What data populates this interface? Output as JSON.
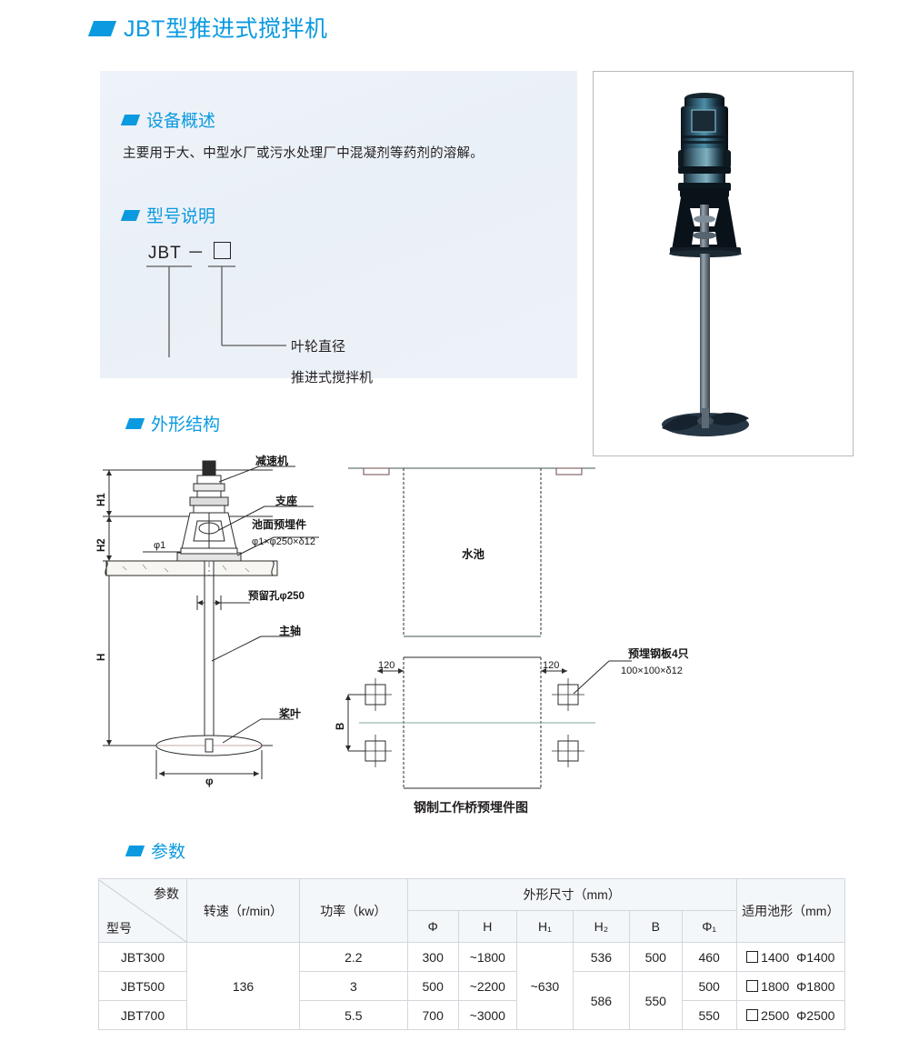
{
  "page_title": "JBT型推进式搅拌机",
  "sections": {
    "overview": {
      "heading": "设备概述",
      "text": "主要用于大、中型水厂或污水处理厂中混凝剂等药剂的溶解。"
    },
    "model": {
      "heading": "型号说明",
      "code": "JBT －",
      "labels": [
        "叶轮直径",
        "推进式搅拌机"
      ]
    },
    "structure": {
      "heading": "外形结构",
      "caption": "钢制工作桥预埋件图",
      "labels": {
        "reducer": "减速机",
        "support": "支座",
        "pool_embed": "池面预埋件",
        "pool_embed_spec": "φ1×φ250×δ12",
        "reserved_hole": "预留孔φ250",
        "main_shaft": "主轴",
        "blade": "桨叶",
        "pool": "水池",
        "steel_plate": "预埋钢板4只",
        "steel_plate_spec": "100×100×δ12",
        "phi1": "φ1",
        "phi": "Φ",
        "h": "H",
        "h1": "H1",
        "h2": "H2",
        "b": "B",
        "dim_120_left": "120",
        "dim_120_right": "120"
      }
    },
    "params": {
      "heading": "参数"
    }
  },
  "photo": {
    "alt": "JBT型推进式搅拌机产品图"
  },
  "chart_data": {
    "type": "table",
    "title": "参数",
    "corner": {
      "param": "参数",
      "model": "型号"
    },
    "columns": [
      {
        "label": "转速（r/min）",
        "key": "speed"
      },
      {
        "label": "功率（kw）",
        "key": "power"
      }
    ],
    "group_header": "外形尺寸（mm）",
    "dim_columns": [
      "Φ",
      "H",
      "H₁",
      "H₂",
      "B",
      "Φ₁"
    ],
    "last_column": "适用池形（mm）",
    "rows": [
      {
        "model": "JBT300",
        "speed": "136",
        "power": "2.2",
        "phi": "300",
        "H": "~1800",
        "H1": "~630",
        "H2": "536",
        "B": "500",
        "phi1": "460",
        "pool_square": "1400",
        "pool_round": "Φ1400"
      },
      {
        "model": "JBT500",
        "speed": "136",
        "power": "3",
        "phi": "500",
        "H": "~2200",
        "H1": "~630",
        "H2": "586",
        "B": "550",
        "phi1": "500",
        "pool_square": "1800",
        "pool_round": "Φ1800"
      },
      {
        "model": "JBT700",
        "speed": "136",
        "power": "5.5",
        "phi": "700",
        "H": "~3000",
        "H1": "~630",
        "H2": "586",
        "B": "550",
        "phi1": "550",
        "pool_square": "2500",
        "pool_round": "Φ2500"
      }
    ],
    "merged": {
      "speed": "136 spans all rows",
      "H1": "~630 spans all rows",
      "H2": [
        "536 row1",
        "586 rows2-3"
      ],
      "B": [
        "500 row1",
        "550 rows2-3"
      ]
    }
  },
  "colors": {
    "accent": "#0b9ae0",
    "panel_bg": "#eef3f9",
    "table_header_bg": "#f4f7fa",
    "border": "#d3d7dc",
    "text": "#231f20"
  }
}
